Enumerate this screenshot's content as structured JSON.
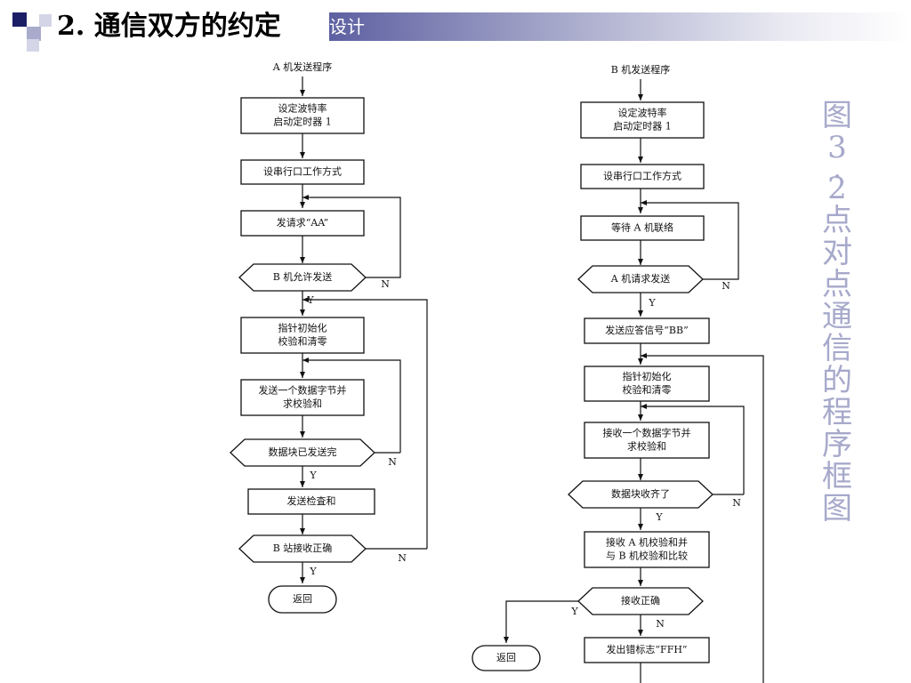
{
  "slide": {
    "title": "2. 通信双方的约定",
    "title_cut_text": "设计",
    "caption": [
      "图",
      "3",
      ".",
      "2",
      "点",
      "对",
      "点",
      "通",
      "信",
      "的",
      "程",
      "序",
      "框",
      "图"
    ]
  },
  "colors": {
    "title_bar_dark": "#1c1f66",
    "caption": "#a7a9cb"
  },
  "flow_a": {
    "start": "A 机发送程序",
    "box1": [
      "设定波特率",
      "启动定时器 1"
    ],
    "box2": "设串行口工作方式",
    "box3": "发请求“AA”",
    "decision1": "B 机允许发送",
    "box4": [
      "指针初始化",
      "校验和清零"
    ],
    "box5": [
      "发送一个数据字节并",
      "求校验和"
    ],
    "decision2": "数据块已发送完",
    "box6": "发送检査和",
    "decision3": "B 站接收正确",
    "end": "返回"
  },
  "flow_b": {
    "start": "B 机发送程序",
    "box1": [
      "设定波特率",
      "启动定时器 1"
    ],
    "box2": "设串行口工作方式",
    "box3": "等待 A 机联络",
    "decision1": "A 机请求发送",
    "box4": "发送应答信号“BB”",
    "box5": [
      "指针初始化",
      "校验和清零"
    ],
    "box6": [
      "接收一个数据字节并",
      "求校验和"
    ],
    "decision2": "数据块收齐了",
    "box7": [
      "接收 A 机校验和并",
      "与 B 机校验和比较"
    ],
    "decision3": "接收正确",
    "box8": "发出错标志“FFH”",
    "end": "返回"
  },
  "labels": {
    "yes": "Y",
    "no": "N"
  }
}
